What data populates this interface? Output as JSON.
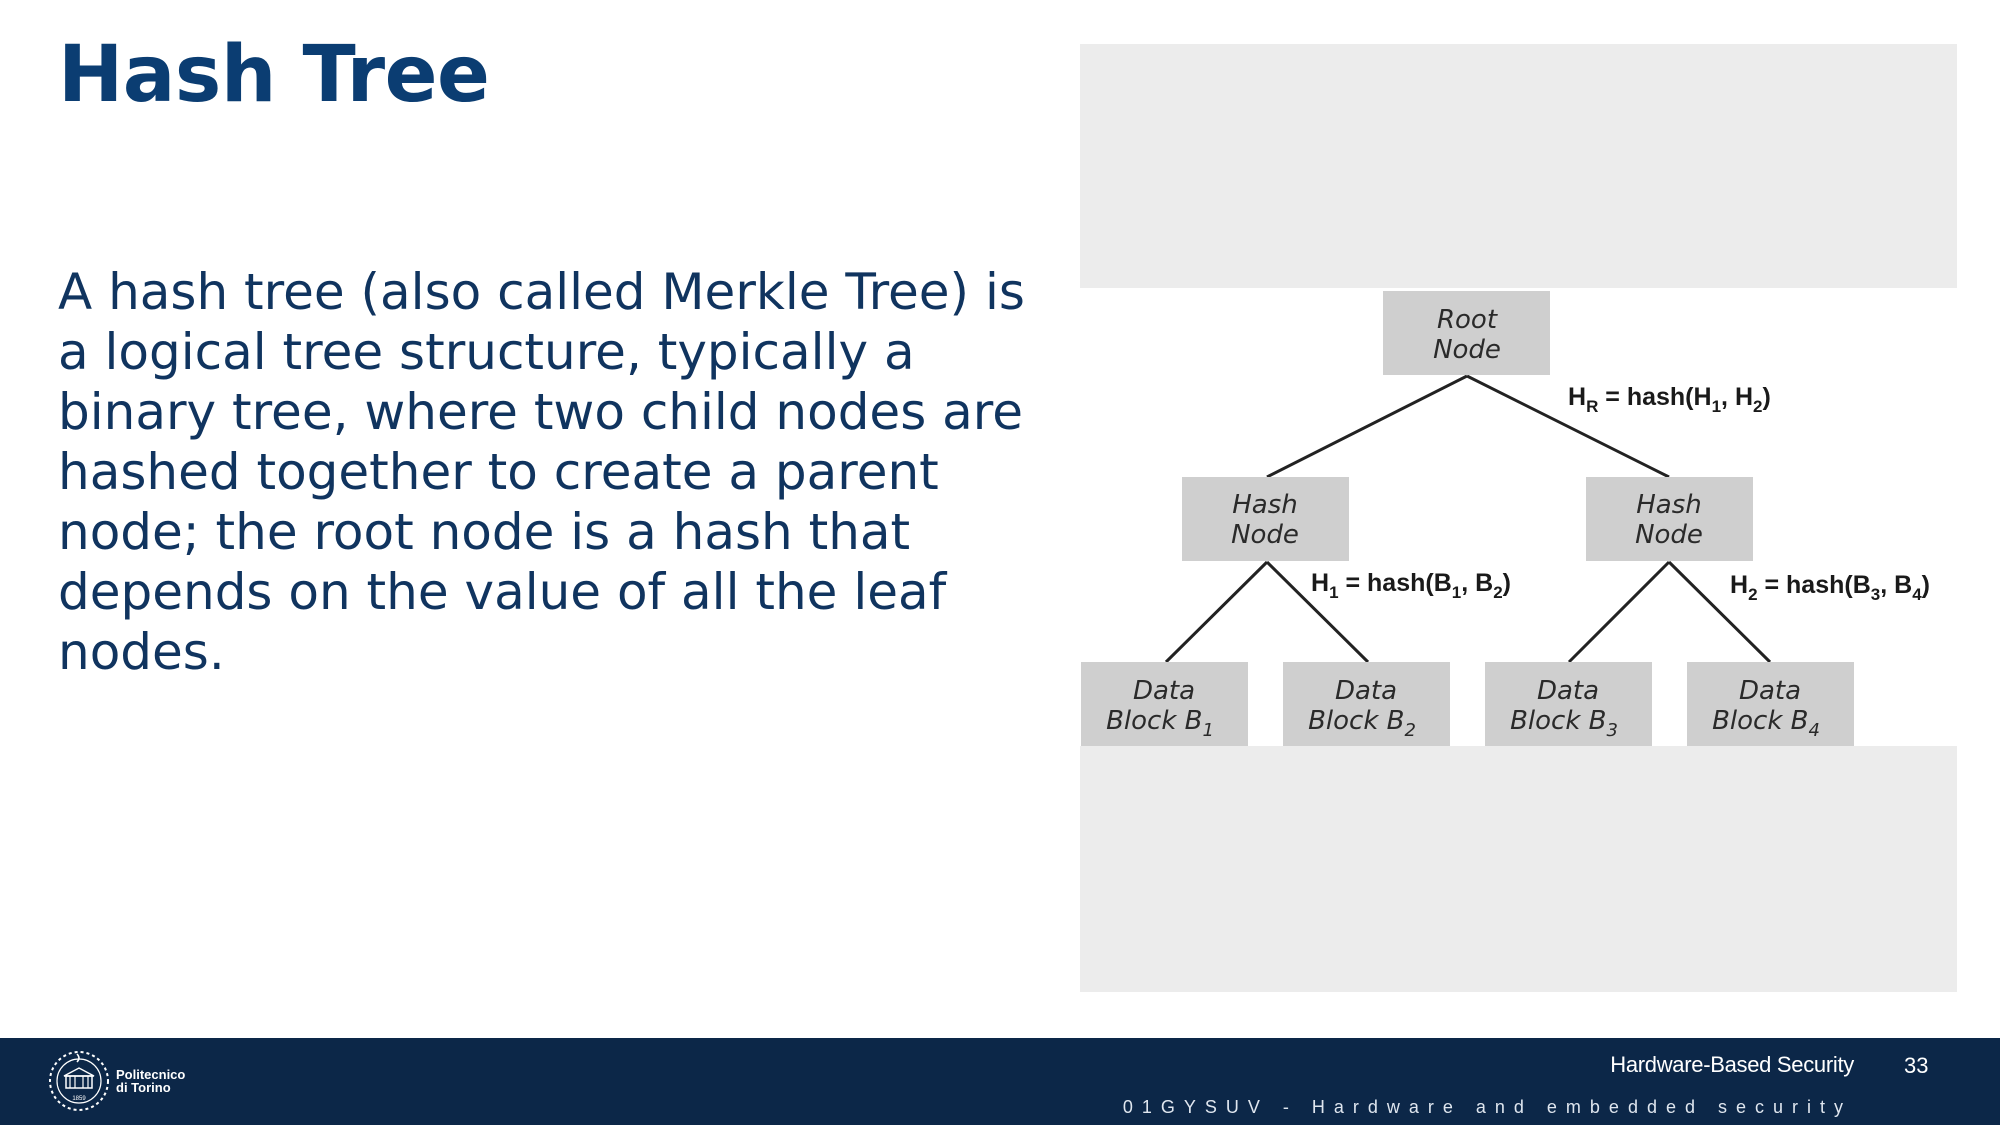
{
  "slide": {
    "title": "Hash Tree",
    "body": "A hash tree (also called Merkle Tree) is a logical tree structure, typically a binary tree, where two child nodes are hashed together to create a parent node; the root node is a hash that depends on the value of all the leaf nodes."
  },
  "diagram": {
    "root": {
      "line1": "Root",
      "line2": "Node"
    },
    "hash_left": {
      "line1": "Hash",
      "line2": "Node"
    },
    "hash_right": {
      "line1": "Hash",
      "line2": "Node"
    },
    "leaves": [
      {
        "line1": "Data",
        "line2": "Block B",
        "sub": "1"
      },
      {
        "line1": "Data",
        "line2": "Block B",
        "sub": "2"
      },
      {
        "line1": "Data",
        "line2": "Block B",
        "sub": "3"
      },
      {
        "line1": "Data",
        "line2": "Block B",
        "sub": "4"
      }
    ],
    "formulas": {
      "root": {
        "h": "H",
        "hsub": "R",
        "eq": " = hash(H",
        "a": "1",
        "mid": ", H",
        "b": "2",
        "end": ")"
      },
      "left": {
        "h": "H",
        "hsub": "1",
        "eq": " = hash(B",
        "a": "1",
        "mid": ", B",
        "b": "2",
        "end": ")"
      },
      "right": {
        "h": "H",
        "hsub": "2",
        "eq": " = hash(B",
        "a": "3",
        "mid": ", B",
        "b": "4",
        "end": ")"
      }
    }
  },
  "footer": {
    "logo_line1": "Politecnico",
    "logo_line2": "di Torino",
    "logo_year": "1859",
    "course": "Hardware-Based Security",
    "page": "33",
    "subtitle": "01GYSUV - Hardware and embedded security"
  },
  "colors": {
    "title": "#0b3d72",
    "body_text": "#10345f",
    "footer_bg": "#0c2748",
    "node_fill": "#cfcfcf",
    "panel_bg": "#ececec"
  }
}
